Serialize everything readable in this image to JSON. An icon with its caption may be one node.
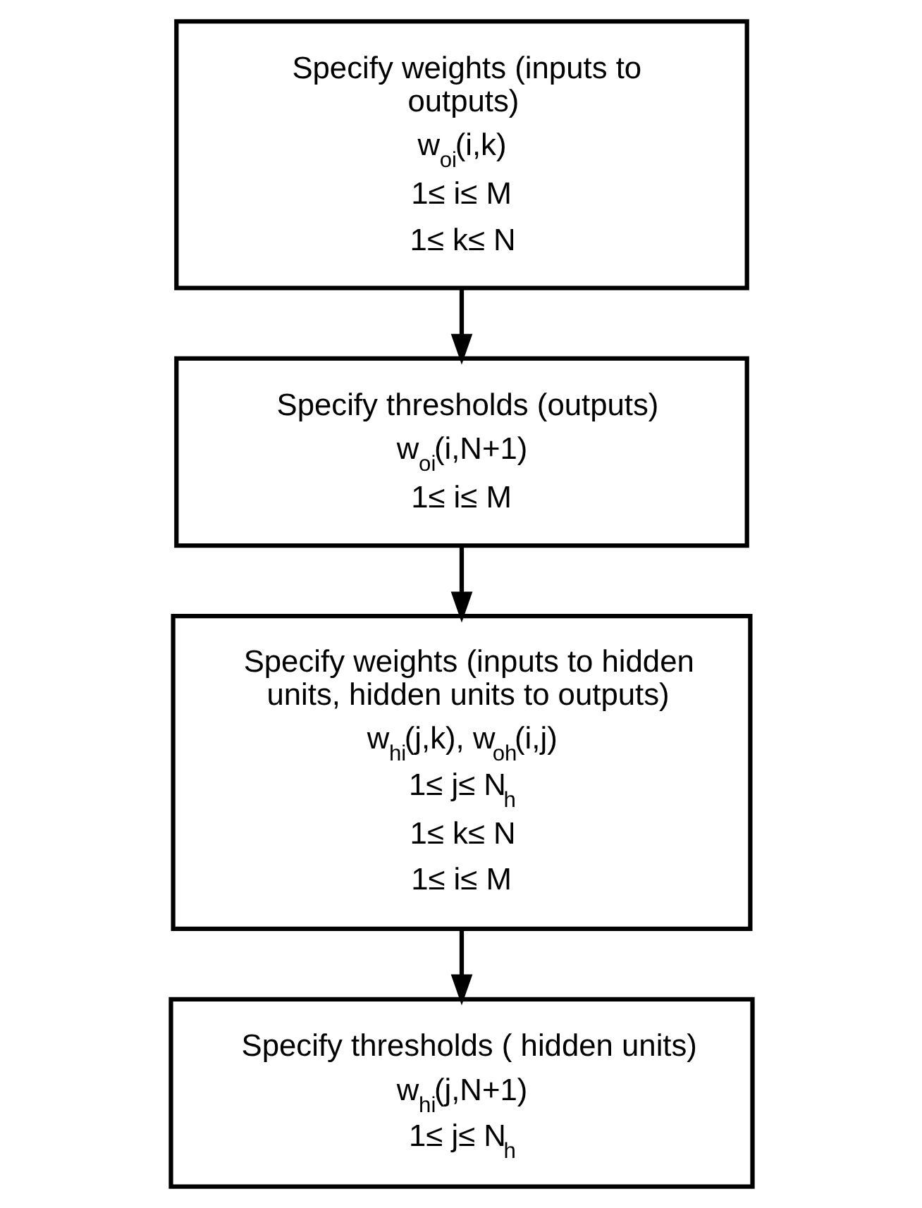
{
  "diagram": {
    "nodes": [
      {
        "text": [
          "Specify weights (inputs to outputs)",
          "w$_{oi}$(i,k)",
          "1≤ i≤ M",
          "1≤ k≤ N"
        ]
      },
      {
        "text": [
          "Specify thresholds (outputs)",
          "w$_{oi}$(i,N+1)",
          "1≤ i≤ M"
        ]
      },
      {
        "text": [
          "Specify weights (inputs to hidden units, hidden units to outputs)",
          "w$_{hi}$(j,k), w$_{oh}$(i,j)",
          "1≤ j≤ N$_{h}$",
          "1≤ k≤ N",
          "1≤ i≤ M"
        ]
      },
      {
        "text": [
          "Specify thresholds ( hidden units)",
          "w$_{hi}$(j,N+1)",
          "1≤ j≤ N$_{h}$"
        ]
      }
    ],
    "edges": [
      {
        "from": 0,
        "to": 1,
        "arrow": "to"
      },
      {
        "from": 1,
        "to": 2,
        "arrow": "to"
      },
      {
        "from": 2,
        "to": 3,
        "arrow": "to"
      }
    ]
  }
}
